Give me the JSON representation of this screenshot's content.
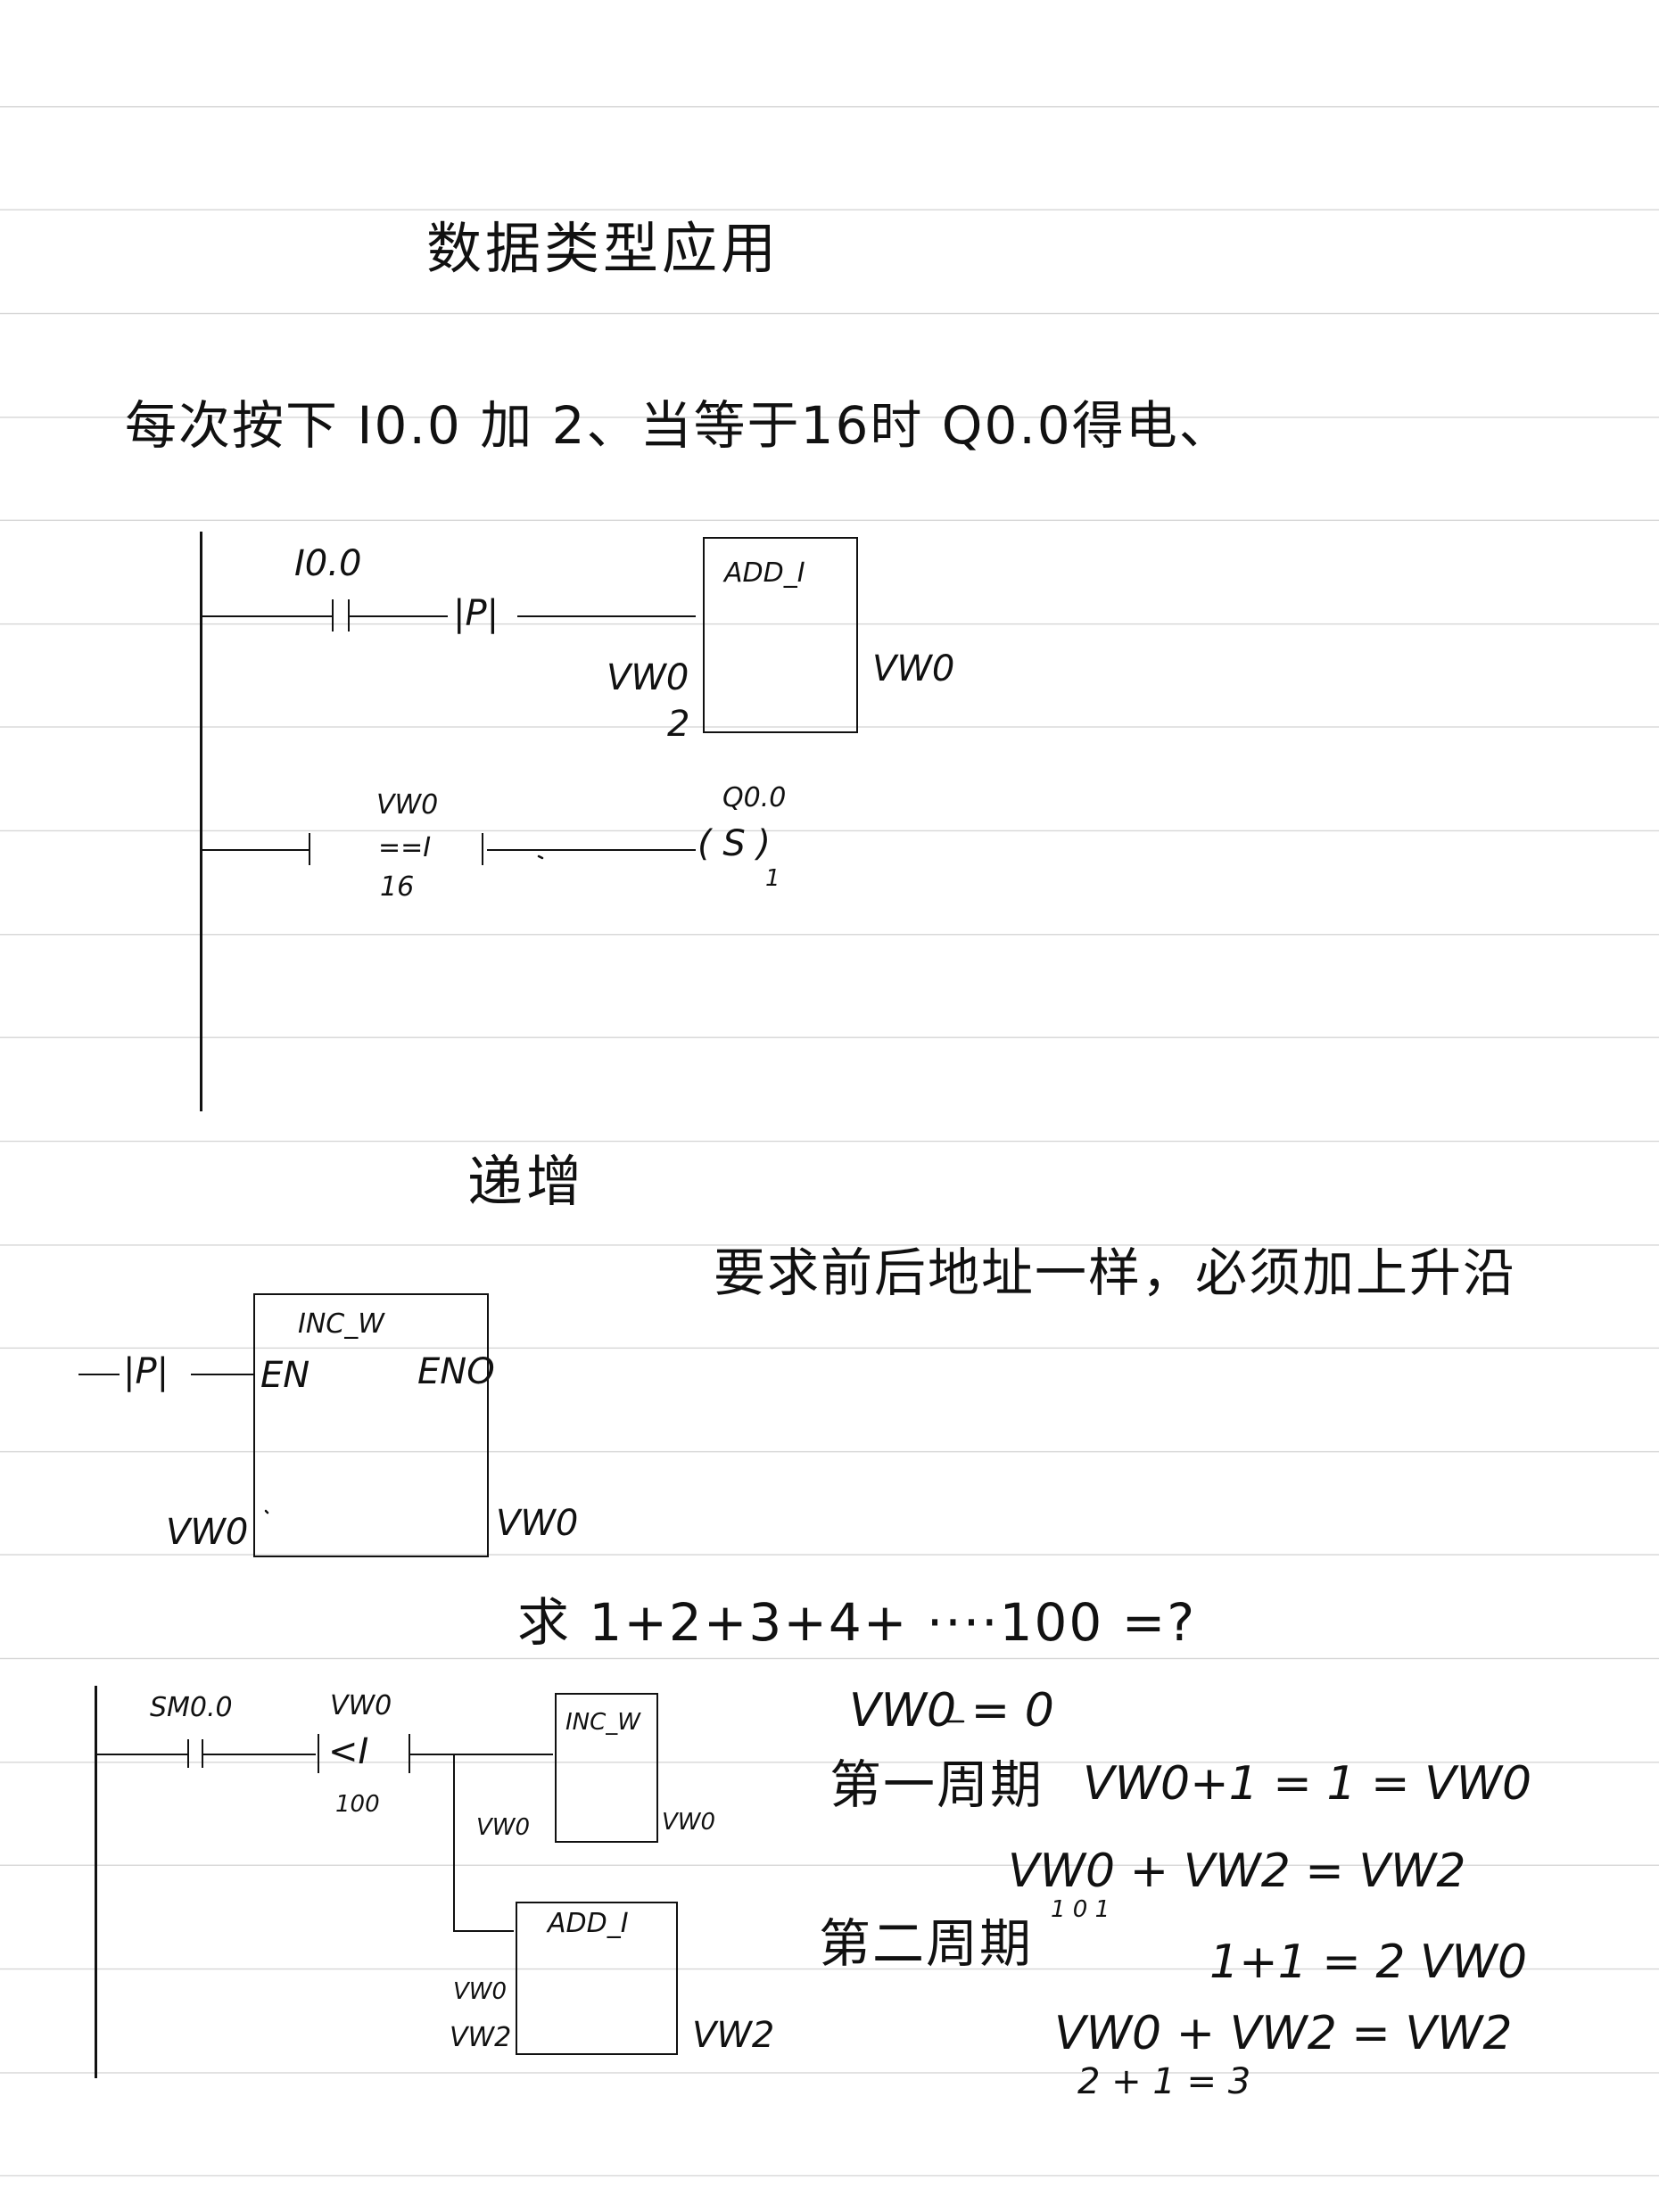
{
  "title": "数据类型应用",
  "task": "每次按下 I0.0 加 2、当等于16时 Q0.0得电、",
  "net1": {
    "contact": "I0.0",
    "edge": "|P|",
    "box": "ADD_I",
    "in1": "VW0",
    "in2": "2",
    "out": "VW0"
  },
  "net2": {
    "compare_top": "VW0",
    "compare_op": "==I",
    "compare_bottom": "16",
    "coil_name": "Q0.0",
    "coil_type": "( S )",
    "coil_n": "1"
  },
  "section2": {
    "heading": "递增",
    "note": "要求前后地址一样，必须加上升沿",
    "edge": "|P|",
    "box": "INC_W",
    "en": "EN",
    "eno": "ENO",
    "in": "VW0",
    "out": "VW0"
  },
  "question": "求 1+2+3+4+ ····100 =?",
  "net3": {
    "contact": "SM0.0",
    "compare_top": "VW0",
    "compare_op": "<I",
    "compare_bottom": "100",
    "inc_box": "INC_W",
    "inc_in": "VW0",
    "inc_out": "VW0",
    "add_box": "ADD_I",
    "add_in1": "VW0",
    "add_in2": "VW2",
    "add_out": "VW2"
  },
  "notes": {
    "init": "VW0 = 0",
    "cycle1_label": "第一周期",
    "cycle1_a": "VW0+1 = 1 = VW0",
    "cycle1_b": "VW0 + VW2 = VW2",
    "cycle1_b_sub": "1     0      1",
    "cycle2_label": "第二周期",
    "cycle2_a": "1+1 = 2  VW0",
    "cycle2_b": "VW0 + VW2 = VW2",
    "cycle2_b_sub": "2  +  1   = 3"
  }
}
